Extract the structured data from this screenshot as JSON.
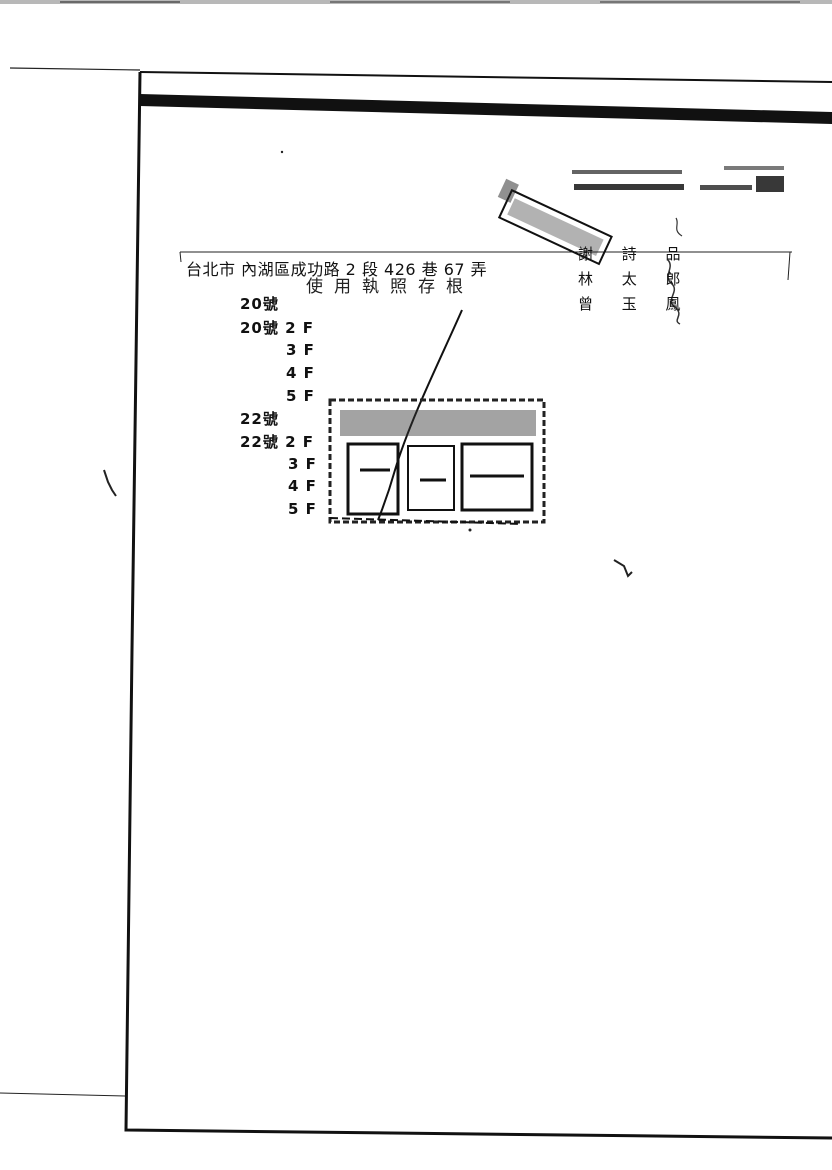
{
  "document": {
    "address": "台北市 內湖區成功路 2 段 426 巷 67 弄",
    "handwritten_title": "使用執照存根",
    "names": [
      "謝 詩 品",
      "林 太 郎",
      "曾 玉 鳳"
    ],
    "floor_entries": [
      "20號",
      "20號 2 F",
      "3 F",
      "4 F",
      "5 F",
      "22號",
      "22號 2 F",
      "3 F",
      "4 F",
      "5 F"
    ]
  }
}
